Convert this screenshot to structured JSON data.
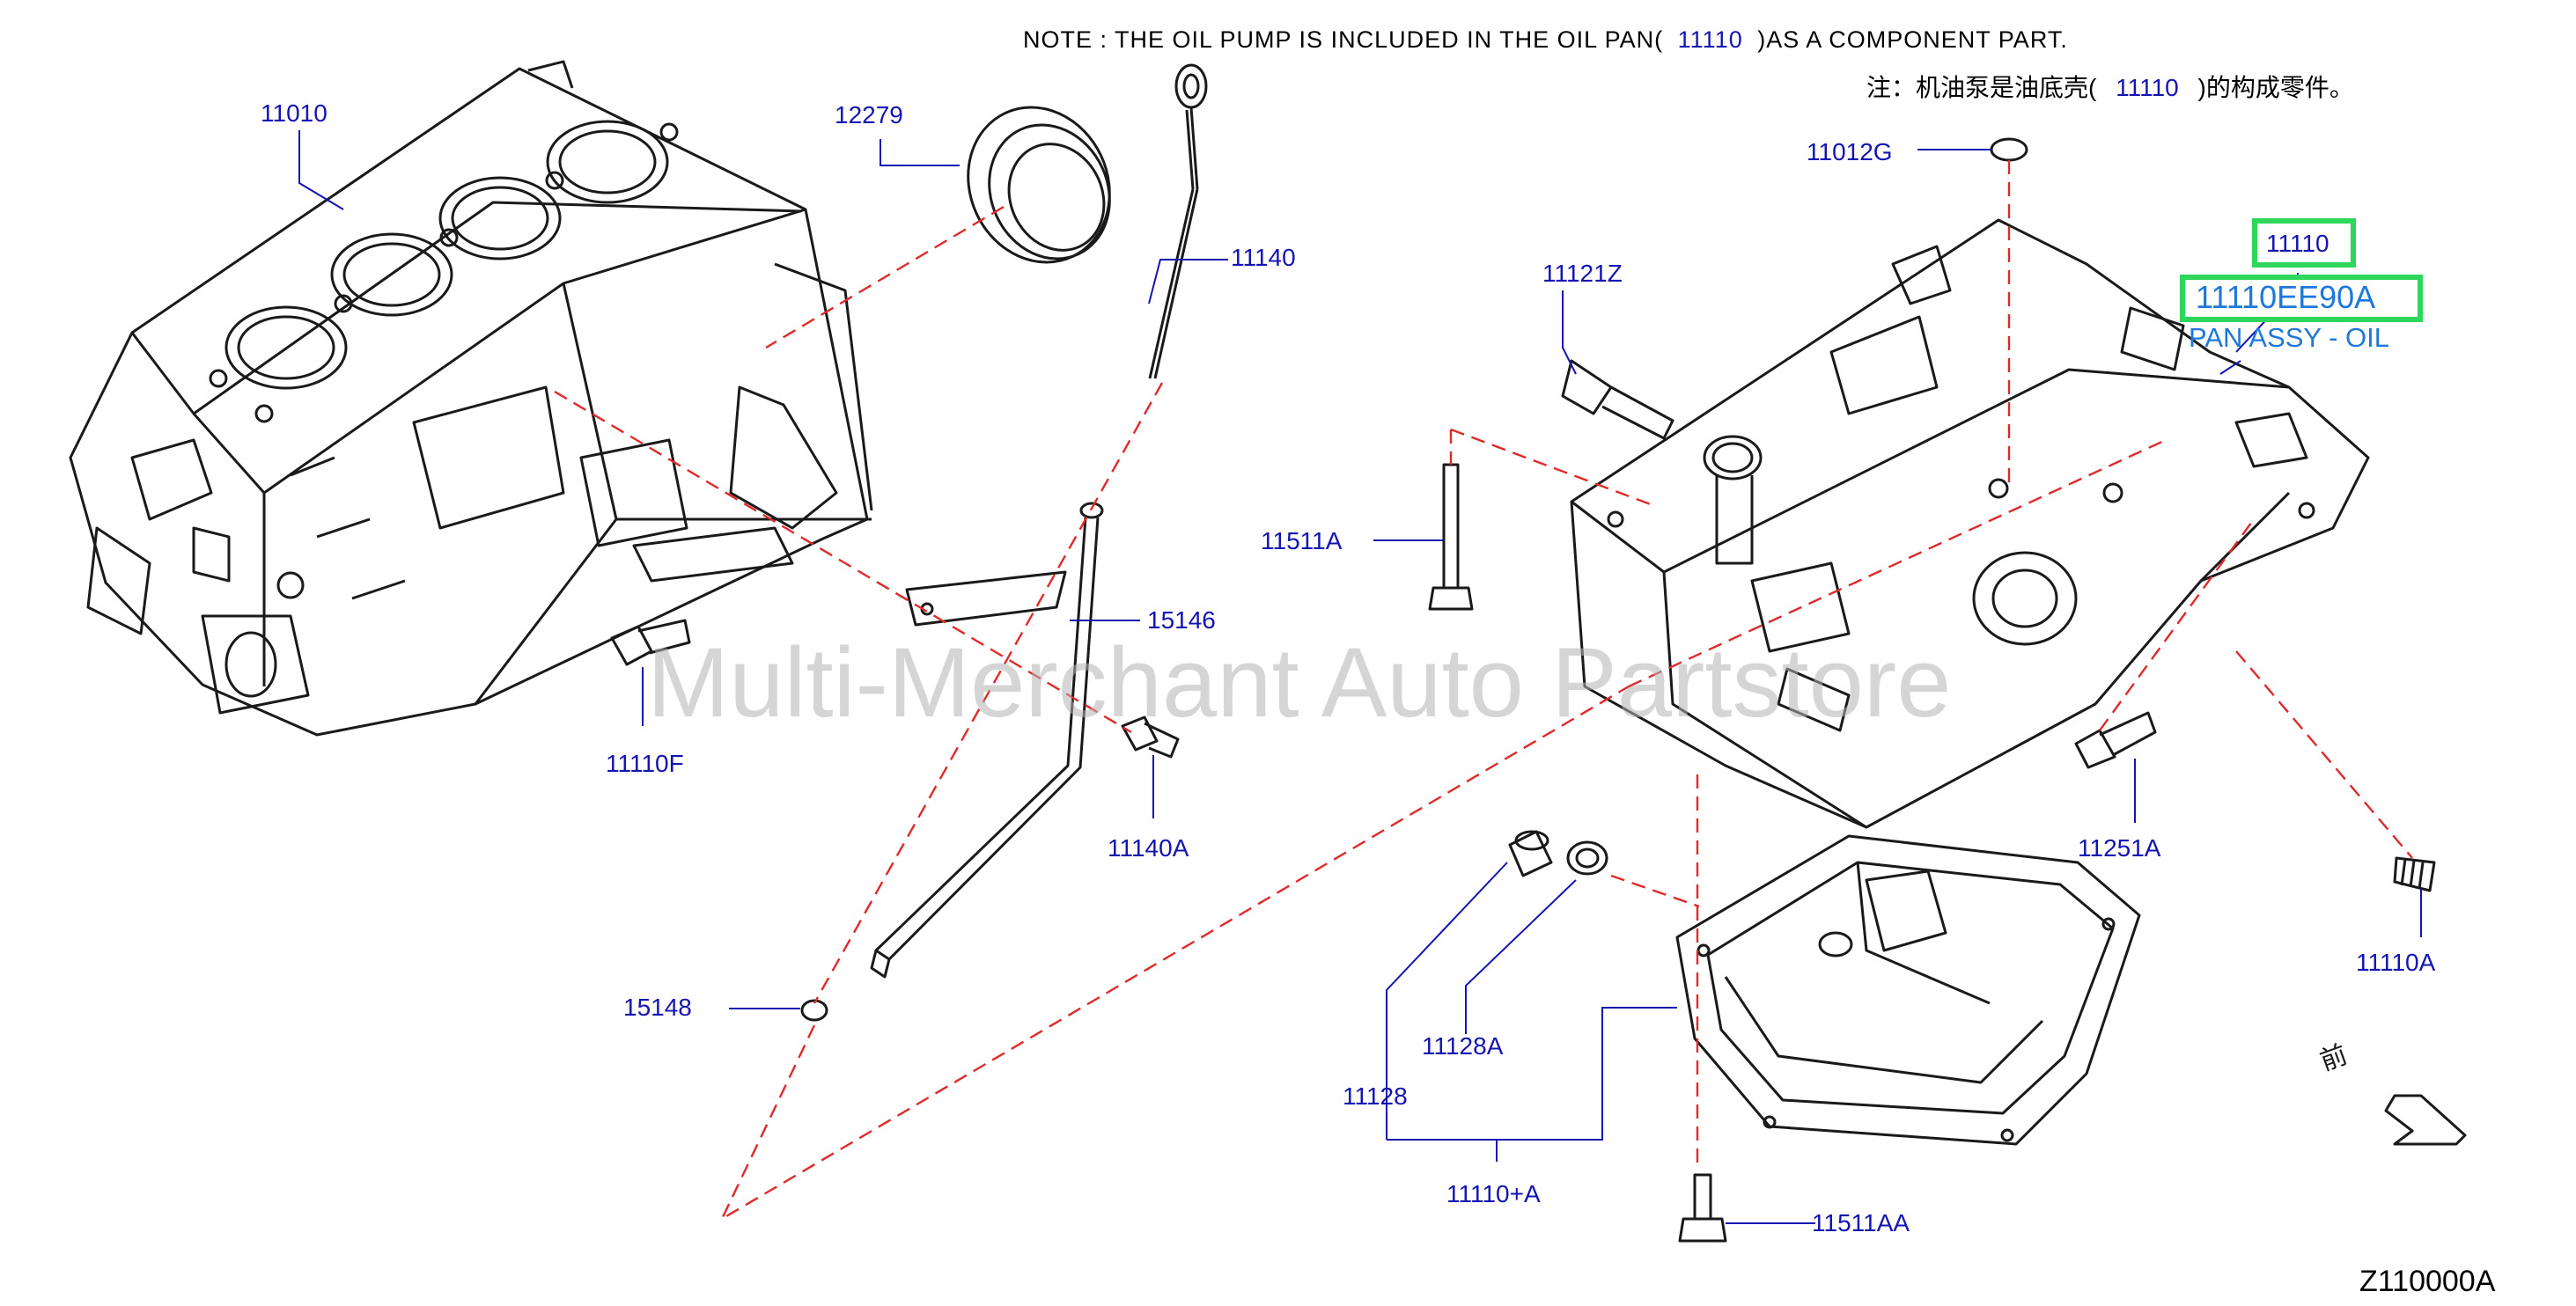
{
  "note": {
    "en_prefix": "NOTE : THE OIL PUMP IS INCLUDED IN THE OIL PAN(",
    "en_part": "11110",
    "en_suffix": ")AS A COMPONENT PART.",
    "zh_prefix": "注：机油泵是油底壳(",
    "zh_part": "11110",
    "zh_suffix": ")的构成零件。"
  },
  "watermark": "Multi-Merchant Auto Partstore",
  "highlight": {
    "ref": "11110",
    "part_number": "11110EE90A",
    "part_name": "PAN ASSY - OIL"
  },
  "parts": {
    "p11010": "11010",
    "p12279": "12279",
    "p11140": "11140",
    "p11012g": "11012G",
    "p11121z": "11121Z",
    "p11511a": "11511A",
    "p15146": "15146",
    "p11110f": "11110F",
    "p11140a": "11140A",
    "p11251a": "11251A",
    "p11110a": "11110A",
    "p15148": "15148",
    "p11128a": "11128A",
    "p11128": "11128",
    "p11110plus": "11110+A",
    "p11511aa": "11511AA"
  },
  "front_mark": "前",
  "figure_code": "Z110000A",
  "colors": {
    "label": "#1414b4",
    "highlight_text": "#1e78dc",
    "highlight_border": "#2ed65b",
    "leader": "#1414b4",
    "dashed": "#e02a2a",
    "drawing": "#1a1a1a",
    "watermark": "#b4b4b4"
  }
}
